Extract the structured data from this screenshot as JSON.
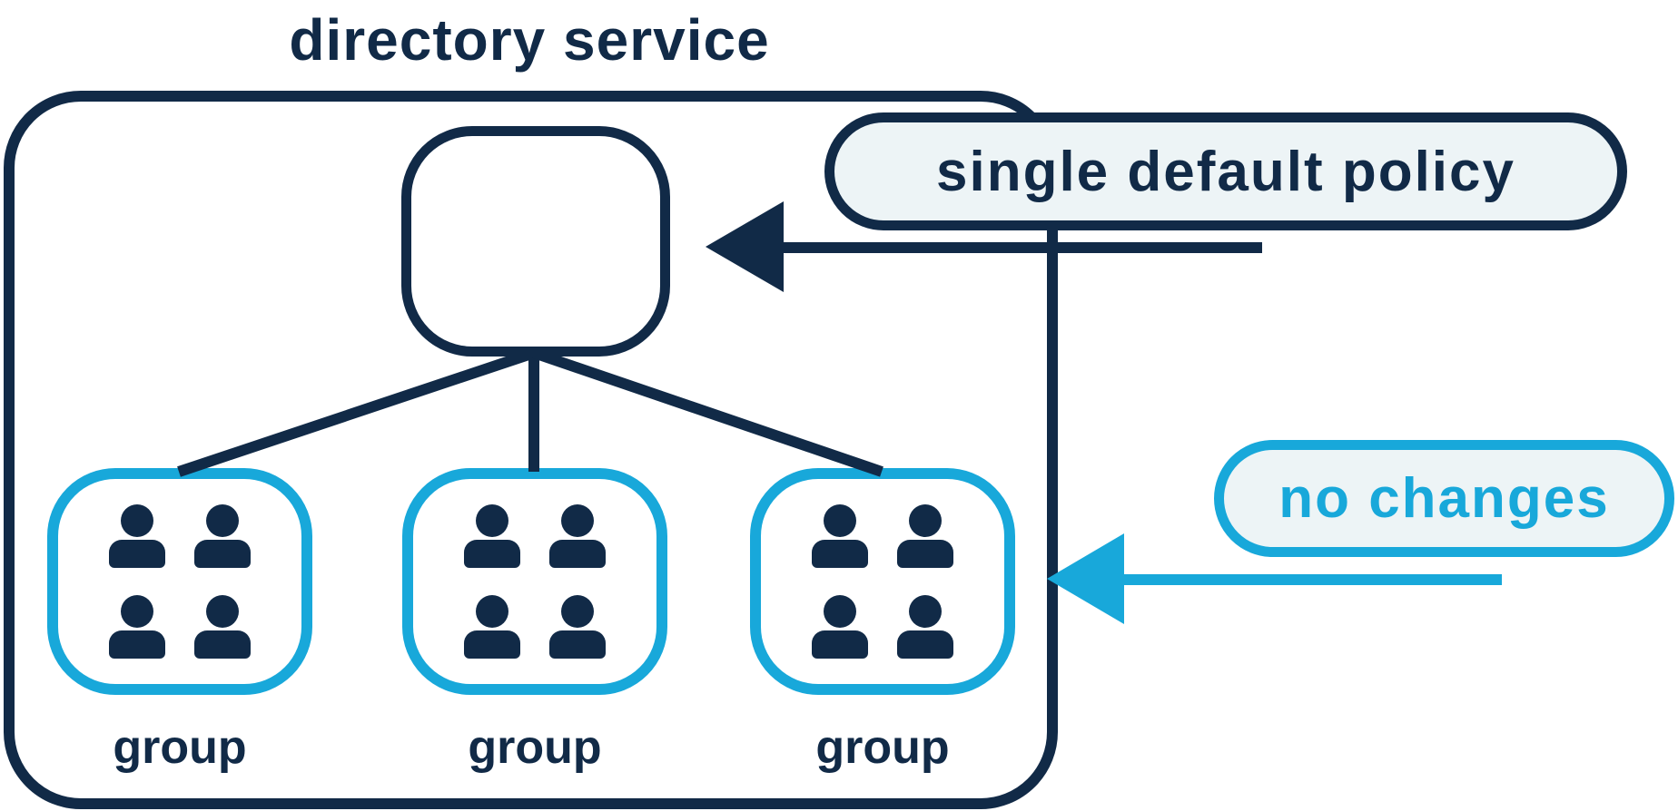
{
  "title": "directory service",
  "callouts": {
    "default_policy": {
      "label": "single default policy"
    },
    "no_changes": {
      "label": "no changes"
    }
  },
  "directory": {
    "policy_node": {
      "label": ""
    },
    "groups": [
      {
        "label": "group",
        "member_count": 4
      },
      {
        "label": "group",
        "member_count": 4
      },
      {
        "label": "group",
        "member_count": 4
      }
    ]
  },
  "icons": {
    "person": "person-icon",
    "policy_arrow": "left-arrow-icon",
    "no_changes_arrow": "left-arrow-icon"
  },
  "colors": {
    "navy": "#112A47",
    "cyan": "#18A8DA",
    "badge_fill": "#EDF4F6",
    "background": "#FFFFFF"
  }
}
